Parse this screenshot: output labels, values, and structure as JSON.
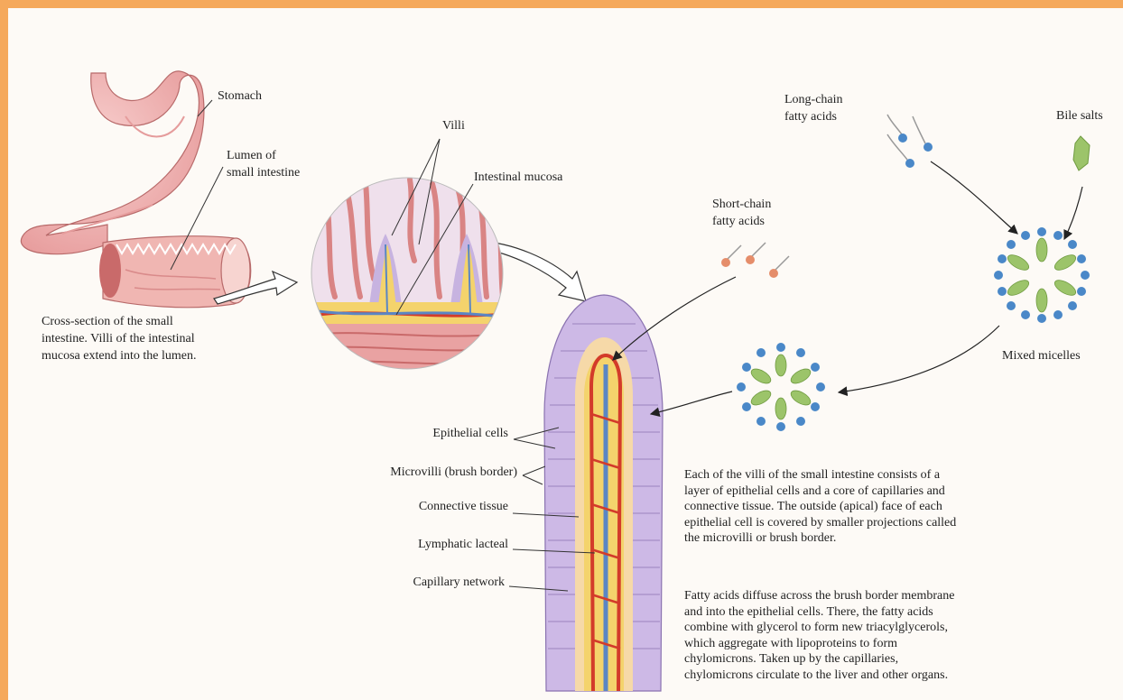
{
  "labels": {
    "stomach": "Stomach",
    "lumen": [
      "Lumen of",
      "small intestine"
    ],
    "villi": "Villi",
    "intestinal_mucosa": "Intestinal mucosa",
    "cross_section_caption": [
      "Cross-section of the small",
      "intestine. Villi of the intestinal",
      "mucosa extend into the lumen."
    ],
    "short_chain": [
      "Short-chain",
      "fatty acids"
    ],
    "long_chain": [
      "Long-chain",
      "fatty acids"
    ],
    "bile_salts": "Bile salts",
    "mixed_micelles": "Mixed micelles",
    "epithelial_cells": "Epithelial cells",
    "microvilli": "Microvilli (brush border)",
    "connective_tissue": "Connective tissue",
    "lymphatic_lacteal": "Lymphatic lacteal",
    "capillary_network": "Capillary network"
  },
  "paragraphs": {
    "villi_structure": [
      "Each of the villi of the small intestine consists of a",
      "layer of epithelial cells and a core of capillaries and",
      "connective tissue. The outside (apical) face of each",
      "epithelial cell is covered by smaller projections called",
      "the microvilli or brush border."
    ],
    "fatty_acids": [
      "Fatty acids diffuse across the brush border membrane",
      "and into the epithelial cells. There, the fatty acids",
      "combine with glycerol to form new triacylglycerols,",
      "which aggregate with lipoproteins to form",
      "chylomicrons. Taken up by the capillaries,",
      "chylomicrons circulate to the liver and other organs."
    ]
  },
  "colors": {
    "frame_border": "#f5a95c",
    "background": "#fdfaf6",
    "tissue_pink": "#f1b3b3",
    "tissue_red": "#d87070",
    "epithelium_purple": "#c7b3e0",
    "connective_yellow": "#f4d36c",
    "capillary_red": "#d33b2a",
    "lacteal_blue": "#5a86c4",
    "bile_green": "#9cc46a",
    "fatty_acid_blue": "#4a88c8",
    "short_chain_orange": "#e58d6a"
  }
}
